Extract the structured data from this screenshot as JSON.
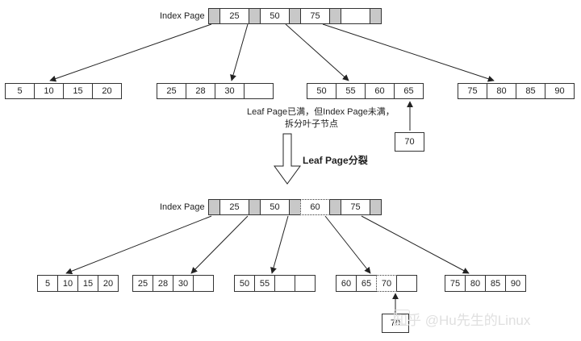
{
  "top": {
    "index_label": "Index Page",
    "index_keys": [
      "25",
      "50",
      "75",
      ""
    ],
    "leaves": [
      [
        "5",
        "10",
        "15",
        "20"
      ],
      [
        "25",
        "28",
        "30",
        ""
      ],
      [
        "50",
        "55",
        "60",
        "65"
      ],
      [
        "75",
        "80",
        "85",
        "90"
      ]
    ],
    "note_line1": "Leaf Page已满，但Index Page未满，",
    "note_line2": "拆分叶子节点",
    "insert_value": "70"
  },
  "split_label": "Leaf Page分裂",
  "bottom": {
    "index_label": "Index Page",
    "index_keys": [
      "25",
      "50",
      "60",
      "75"
    ],
    "leaves": [
      [
        "5",
        "10",
        "15",
        "20"
      ],
      [
        "25",
        "28",
        "30",
        ""
      ],
      [
        "50",
        "55",
        "",
        ""
      ],
      [
        "60",
        "65",
        "70",
        ""
      ],
      [
        "75",
        "80",
        "85",
        "90"
      ]
    ],
    "insert_value": "70"
  },
  "watermark": "知乎 @Hu先生的Linux"
}
